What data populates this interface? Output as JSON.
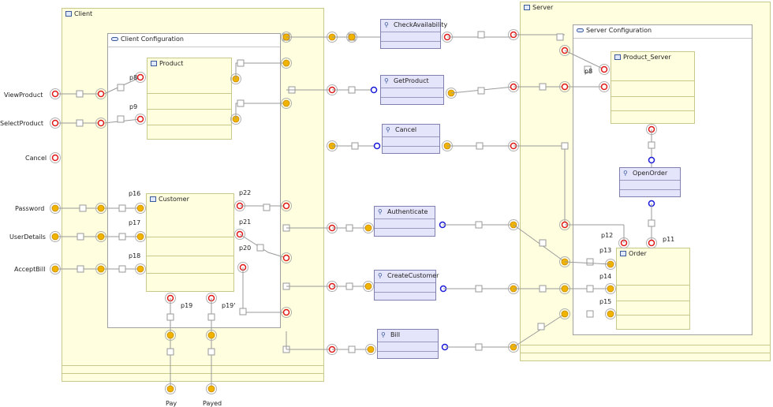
{
  "client": {
    "title": "Client",
    "configuration_title": "Client Configuration",
    "product_title": "Product",
    "customer_title": "Customer",
    "external_ports": [
      "ViewProduct",
      "SelectProduct",
      "Cancel",
      "Password",
      "UserDetails",
      "AcceptBill",
      "Pay",
      "Payed"
    ],
    "port_labels": [
      "p8",
      "p9",
      "p16",
      "p17",
      "p18",
      "p22",
      "p21",
      "p20",
      "p19",
      "p19'"
    ]
  },
  "connectors": {
    "check_availability": "CheckAvailability",
    "get_product": "GetProduct",
    "cancel": "Cancel",
    "authenticate": "Authenticate",
    "create_customer": "CreateCustomer",
    "bill": "Bill",
    "open_order": "OpenOrder"
  },
  "server": {
    "title": "Server",
    "configuration_title": "Server Configuration",
    "product_server_title": "Product_Server",
    "order_title": "Order",
    "port_labels": [
      "p8",
      "p12",
      "p11",
      "p13",
      "p14",
      "p15"
    ]
  },
  "colors": {
    "container_fill": "#ffffe0",
    "connector_fill": "#e4e4fa",
    "required_port": "#e01818",
    "provided_port": "#f0b400",
    "connector_port": "#1a1ad8"
  }
}
